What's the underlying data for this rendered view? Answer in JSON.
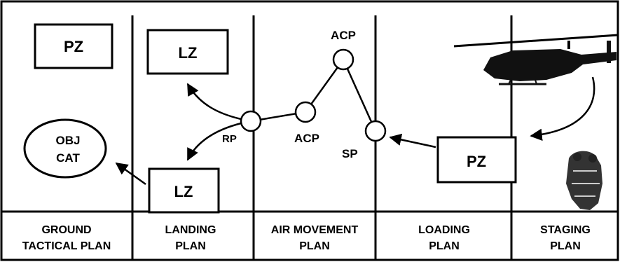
{
  "diagram": {
    "boxes": {
      "pz_ground": "PZ",
      "lz_landing_top": "LZ",
      "lz_landing_bottom": "LZ",
      "pz_loading": "PZ"
    },
    "objective": {
      "line1": "OBJ",
      "line2": "CAT"
    },
    "points": {
      "rp": "RP",
      "acp_low": "ACP",
      "acp_high": "ACP",
      "sp": "SP"
    },
    "phases": [
      {
        "line1": "GROUND",
        "line2": "TACTICAL PLAN"
      },
      {
        "line1": "LANDING",
        "line2": "PLAN"
      },
      {
        "line1": "AIR MOVEMENT",
        "line2": "PLAN"
      },
      {
        "line1": "LOADING",
        "line2": "PLAN"
      },
      {
        "line1": "STAGING",
        "line2": "PLAN"
      }
    ],
    "icons": {
      "helicopter": "helicopter-icon",
      "troops": "troops-icon"
    }
  }
}
